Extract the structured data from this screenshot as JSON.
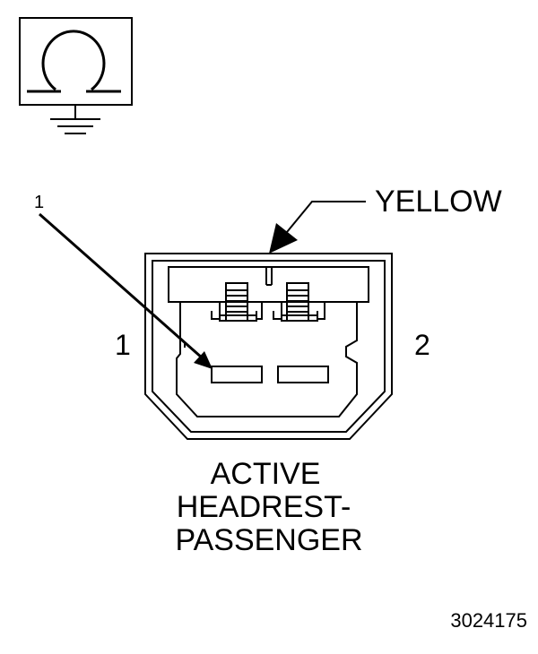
{
  "symbol": {
    "icon": "ohm-ground-symbol-icon"
  },
  "callout": {
    "number": "1"
  },
  "wire_color": "YELLOW",
  "pins": {
    "left": "1",
    "right": "2"
  },
  "connector_name": {
    "line1": "ACTIVE",
    "line2": "HEADREST-",
    "line3": "PASSENGER"
  },
  "figure_id": "3024175"
}
